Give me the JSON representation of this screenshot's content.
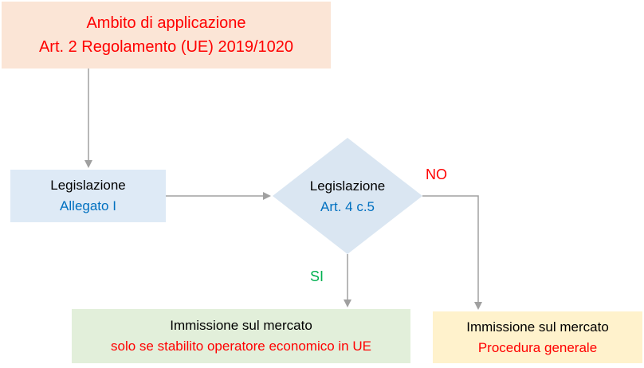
{
  "flowchart": {
    "scope_box": {
      "line1": "Ambito di applicazione",
      "line2": "Art. 2 Regolamento (UE) 2019/1020"
    },
    "legislation_box": {
      "line1": "Legislazione",
      "line2": "Allegato I"
    },
    "decision_diamond": {
      "line1": "Legislazione",
      "line2": "Art. 4 c.5"
    },
    "branch_labels": {
      "no": "NO",
      "si": "SI"
    },
    "market_eu_box": {
      "line1": "Immissione sul mercato",
      "line2": "solo se stabilito operatore economico in UE"
    },
    "market_general_box": {
      "line1": "Immissione sul mercato",
      "line2": "Procedura generale"
    },
    "colors": {
      "scope_box_bg": "#FBE5D6",
      "legislation_box_bg": "#DEEAF6",
      "diamond_bg": "#DAE6F2",
      "market_eu_box_bg": "#E2EFDA",
      "market_general_box_bg": "#FFF2CC",
      "red_text": "#FF0000",
      "blue_text": "#0070C0",
      "green_text": "#00B050",
      "black_text": "#000000",
      "connector": "#A0A0A0"
    }
  }
}
